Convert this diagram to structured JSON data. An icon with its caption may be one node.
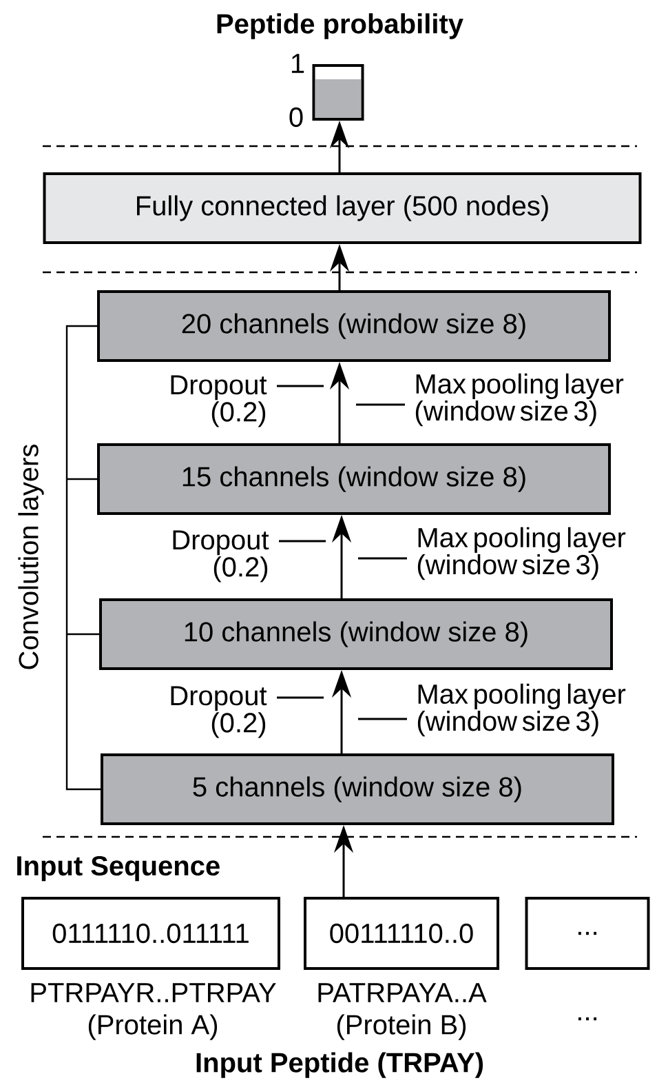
{
  "diagram": {
    "title": "Peptide probability",
    "nodes": [
      {
        "text": [],
        "shape": "bar"
      },
      {
        "text": [
          "Fully connected layer (500 nodes)"
        ]
      },
      {
        "text": [
          "20 channels (window size 8)"
        ]
      },
      {
        "text": [
          "Dropout (0.2)"
        ]
      },
      {
        "text": [
          "Max pooling layer (window size 3)"
        ]
      },
      {
        "text": [
          "15 channels (window size 8)"
        ]
      },
      {
        "text": [
          "Dropout (0.2)"
        ]
      },
      {
        "text": [
          "Max pooling layer (window size 3)"
        ]
      },
      {
        "text": [
          "10 channels (window size 8)"
        ]
      },
      {
        "text": [
          "Dropout (0.2)"
        ]
      },
      {
        "text": [
          "Max pooling layer (window size 3)"
        ]
      },
      {
        "text": [
          "5 channels (window size 8)"
        ]
      },
      {
        "text": [
          "0111110..011111"
        ],
        "beside": [
          "PTRPAYR..PTRPAY",
          "(Protein A)"
        ]
      },
      {
        "text": [
          "00111110..0"
        ],
        "beside": [
          "PATRPAYA..A",
          "(Protein B)"
        ]
      },
      {
        "text": [
          "..."
        ],
        "beside": [
          "..."
        ]
      }
    ],
    "edges": [
      {
        "from": 1,
        "to": 0,
        "arrow": "to"
      },
      {
        "from": 2,
        "to": 1,
        "arrow": "to"
      },
      {
        "from": 5,
        "to": 2,
        "arrow": "to"
      },
      {
        "from": 8,
        "to": 5,
        "arrow": "to"
      },
      {
        "from": 11,
        "to": 8,
        "arrow": "to"
      },
      {
        "from": 13,
        "to": 11,
        "arrow": "to"
      },
      {
        "from": 3,
        "to": null,
        "arrow": "none"
      },
      {
        "from": 4,
        "to": null,
        "arrow": "none"
      },
      {
        "from": 6,
        "to": null,
        "arrow": "none"
      },
      {
        "from": 7,
        "to": null,
        "arrow": "none"
      },
      {
        "from": 9,
        "to": null,
        "arrow": "none"
      },
      {
        "from": 10,
        "to": null,
        "arrow": "none"
      }
    ],
    "labels": [
      "1",
      "0",
      "Convolution layers",
      "Input Sequence",
      "Input Peptide (TRPAY)"
    ]
  }
}
